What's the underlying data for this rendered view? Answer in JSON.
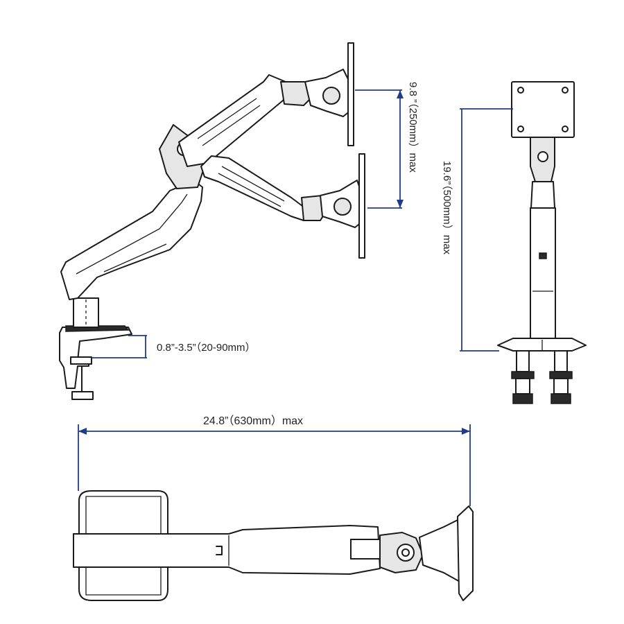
{
  "colors": {
    "dimension_line": "#1f3b8a",
    "drawing": "#1a1a1a",
    "background": "#ffffff"
  },
  "dimensions": {
    "vertical_travel": "9.8 ”（250mm）max",
    "total_height": "19.6”（500mm）max",
    "clamp_range": "0.8”-3.5”（20-90mm）",
    "horizontal_reach": "24.8”（630mm）max"
  }
}
